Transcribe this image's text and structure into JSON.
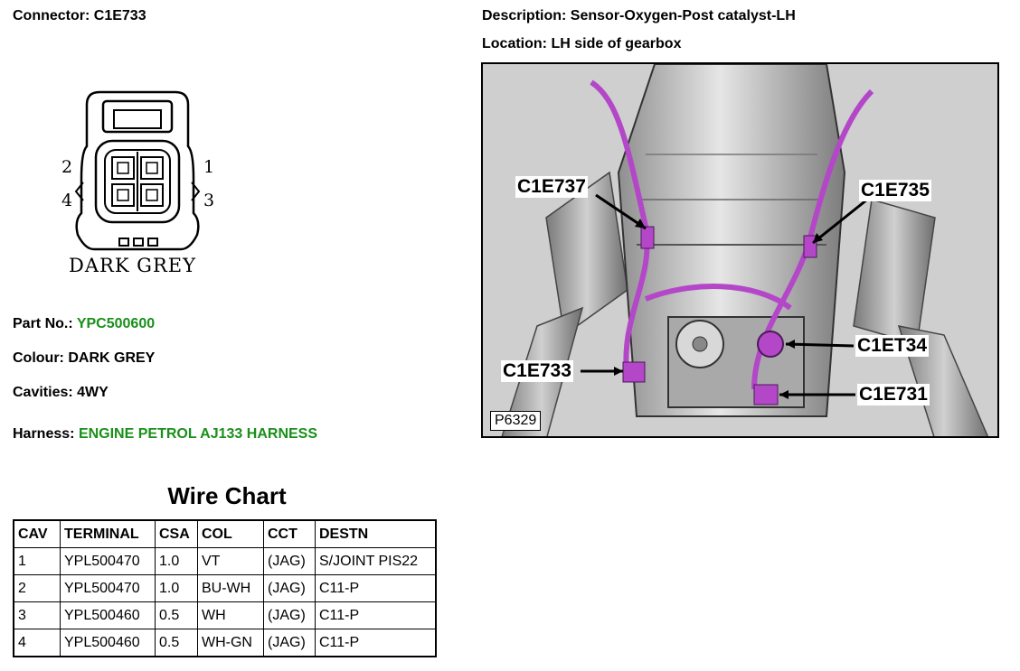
{
  "connector": {
    "label": "Connector:",
    "value": "C1E733"
  },
  "description": {
    "label": "Description:",
    "value": "Sensor-Oxygen-Post catalyst-LH"
  },
  "location": {
    "label": "Location:",
    "value": "LH side of gearbox"
  },
  "part_no": {
    "label": "Part No.:",
    "value": "YPC500600"
  },
  "colour": {
    "label": "Colour:",
    "value": "DARK GREY"
  },
  "cavities": {
    "label": "Cavities:",
    "value": "4WY"
  },
  "harness": {
    "label": "Harness:",
    "value": "ENGINE PETROL AJ133 HARNESS"
  },
  "connector_drawing": {
    "pins": [
      "1",
      "2",
      "3",
      "4"
    ],
    "colour_caption": "DARK GREY"
  },
  "photo": {
    "ref": "P6329",
    "callouts": [
      "C1E737",
      "C1E735",
      "C1ET34",
      "C1E733",
      "C1E731"
    ],
    "accent_color": "#b347c8"
  },
  "wire_chart": {
    "title": "Wire Chart",
    "headers": [
      "CAV",
      "TERMINAL",
      "CSA",
      "COL",
      "CCT",
      "DESTN"
    ],
    "rows": [
      [
        "1",
        "YPL500470",
        "1.0",
        "VT",
        "(JAG)",
        "S/JOINT PIS22"
      ],
      [
        "2",
        "YPL500470",
        "1.0",
        "BU-WH",
        "(JAG)",
        "C11-P"
      ],
      [
        "3",
        "YPL500460",
        "0.5",
        "WH",
        "(JAG)",
        "C11-P"
      ],
      [
        "4",
        "YPL500460",
        "0.5",
        "WH-GN",
        "(JAG)",
        "C11-P"
      ]
    ]
  }
}
